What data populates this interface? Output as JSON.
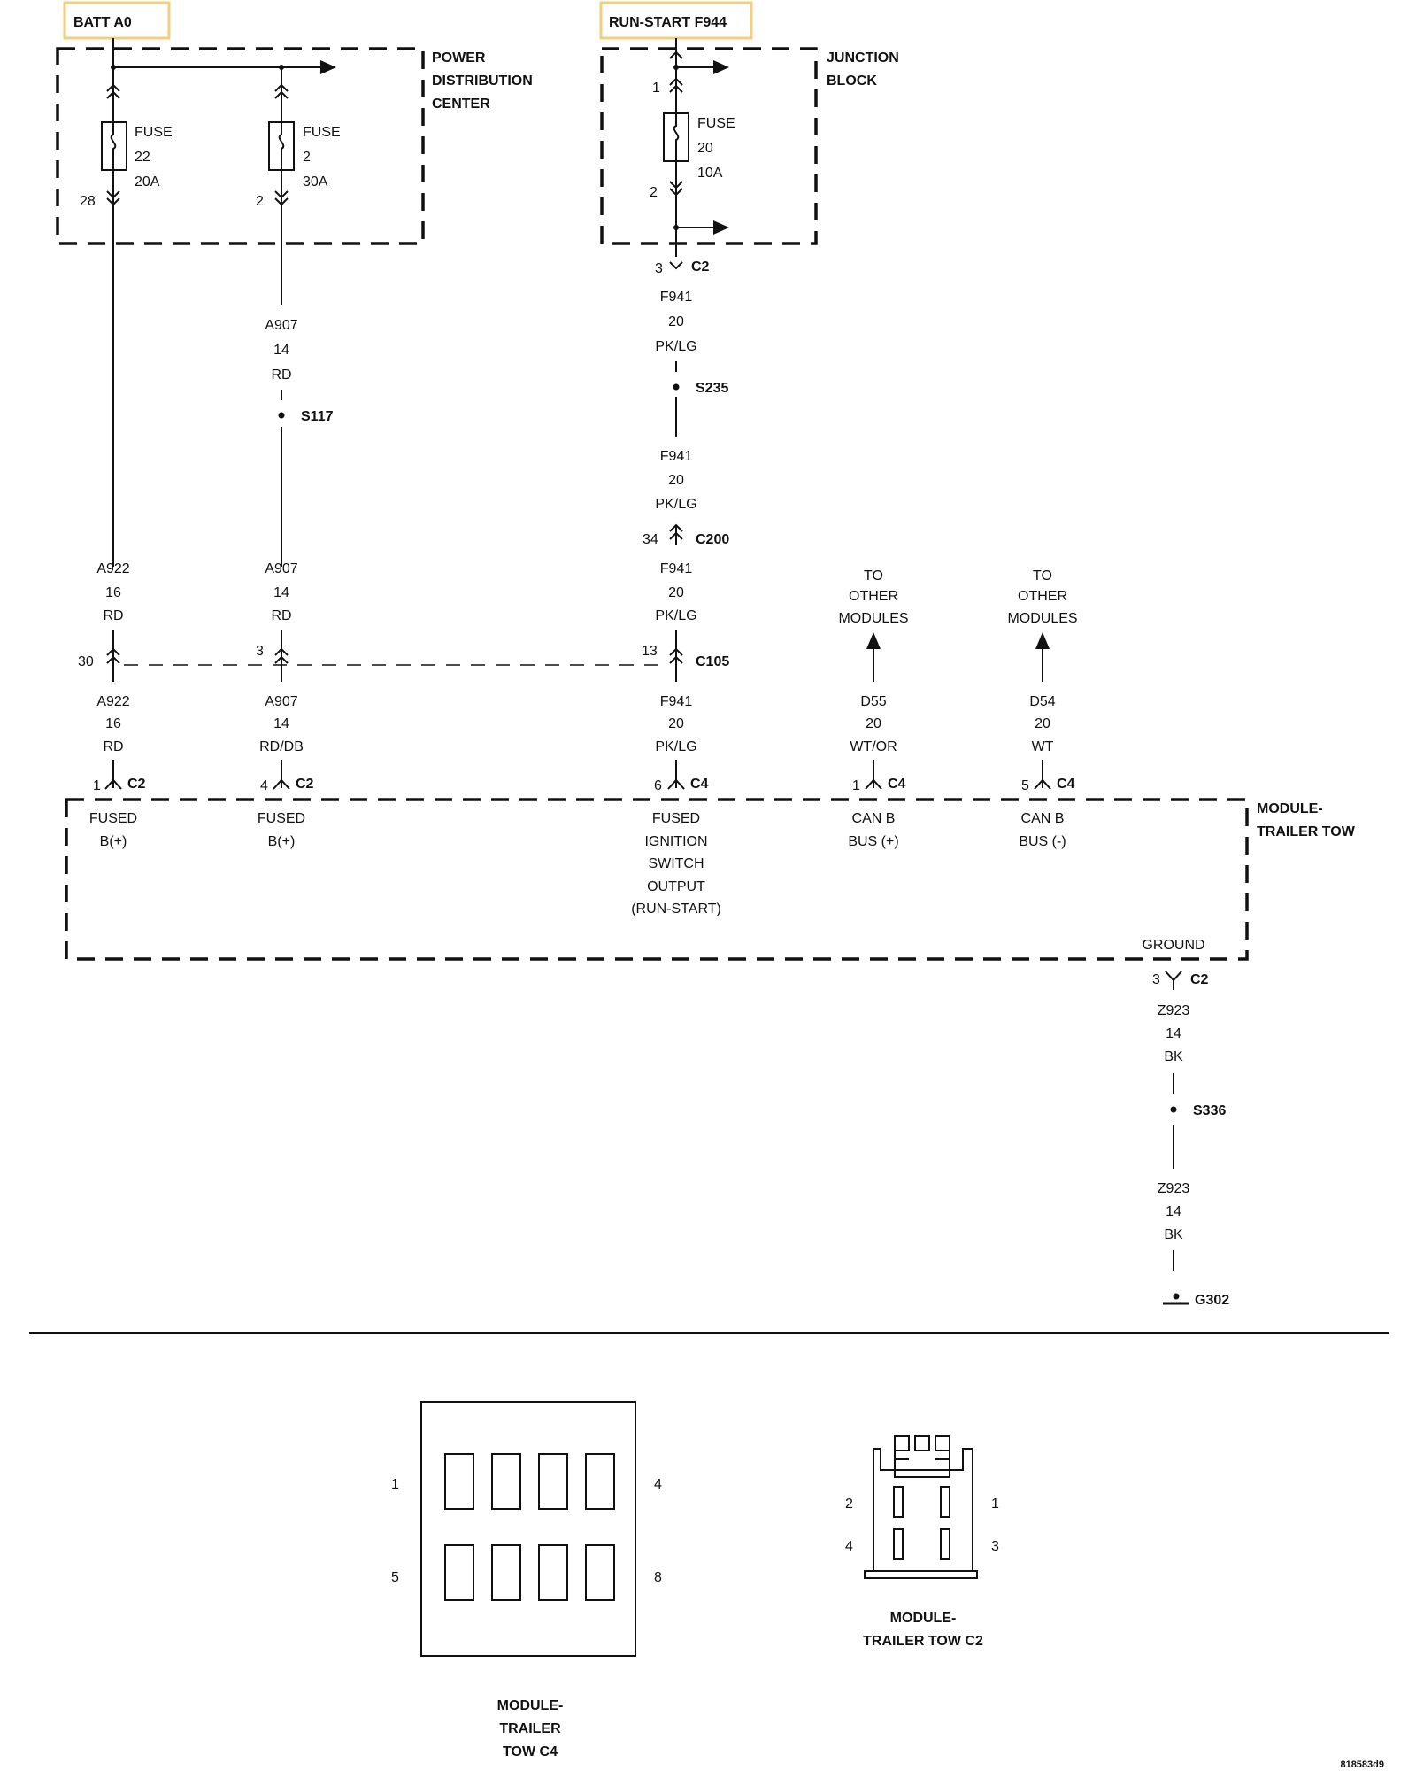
{
  "tags": {
    "batt": "BATT A0",
    "run_start": "RUN-START F944"
  },
  "pdc": {
    "title": [
      "POWER",
      "DISTRIBUTION",
      "CENTER"
    ],
    "fuse_a": {
      "label": "FUSE",
      "number": "22",
      "rating": "20A",
      "pin": "28"
    },
    "fuse_b": {
      "label": "FUSE",
      "number": "2",
      "rating": "30A",
      "pin": "2"
    }
  },
  "jb": {
    "title": [
      "JUNCTION",
      "BLOCK"
    ],
    "fuse": {
      "label": "FUSE",
      "number": "20",
      "rating": "10A",
      "pin_in": "1",
      "pin_out": "2"
    },
    "out_pin": "3",
    "out_conn": "C2"
  },
  "wires": {
    "w_a907_top": [
      "A907",
      "14",
      "RD"
    ],
    "w_f941_top": [
      "F941",
      "20",
      "PK/LG"
    ],
    "w_f941_mid": [
      "F941",
      "20",
      "PK/LG"
    ],
    "w_a922_up": [
      "A922",
      "16",
      "RD"
    ],
    "w_a907_up": [
      "A907",
      "14",
      "RD"
    ],
    "w_f941_up": [
      "F941",
      "20",
      "PK/LG"
    ],
    "w_a922_lo": [
      "A922",
      "16",
      "RD"
    ],
    "w_a907_lo": [
      "A907",
      "14",
      "RD/DB"
    ],
    "w_f941_lo": [
      "F941",
      "20",
      "PK/LG"
    ],
    "w_d55": [
      "D55",
      "20",
      "WT/OR"
    ],
    "w_d54": [
      "D54",
      "20",
      "WT"
    ],
    "w_z923_a": [
      "Z923",
      "14",
      "BK"
    ],
    "w_z923_b": [
      "Z923",
      "14",
      "BK"
    ]
  },
  "splices": {
    "s117": "S117",
    "s235": "S235",
    "s336": "S336"
  },
  "inline_connectors": {
    "c200": {
      "name": "C200",
      "pin": "34"
    },
    "c105": {
      "name": "C105",
      "pin_a922": "30",
      "pin_a907": "3",
      "pin_f941": "13"
    }
  },
  "to_other_modules": [
    "TO",
    "OTHER",
    "MODULES"
  ],
  "module": {
    "title": [
      "MODULE-",
      "TRAILER TOW"
    ],
    "pins": [
      {
        "pin": "1",
        "conn": "C2",
        "func": [
          "FUSED",
          "B(+)"
        ]
      },
      {
        "pin": "4",
        "conn": "C2",
        "func": [
          "FUSED",
          "B(+)"
        ]
      },
      {
        "pin": "6",
        "conn": "C4",
        "func": [
          "FUSED",
          "IGNITION",
          "SWITCH",
          "OUTPUT",
          "(RUN-START)"
        ]
      },
      {
        "pin": "1",
        "conn": "C4",
        "func": [
          "CAN B",
          "BUS (+)"
        ]
      },
      {
        "pin": "5",
        "conn": "C4",
        "func": [
          "CAN B",
          "BUS (-)"
        ]
      }
    ],
    "ground_label": "GROUND",
    "ground_pin": "3",
    "ground_conn": "C2"
  },
  "ground": "G302",
  "connector_views": {
    "c4": {
      "title": [
        "MODULE-",
        "TRAILER",
        "TOW C4"
      ],
      "pins": [
        "1",
        "4",
        "5",
        "8"
      ]
    },
    "c2": {
      "title": [
        "MODULE-",
        "TRAILER TOW C2"
      ],
      "pins": [
        "2",
        "1",
        "4",
        "3"
      ]
    }
  },
  "figure_id": "818583d9"
}
